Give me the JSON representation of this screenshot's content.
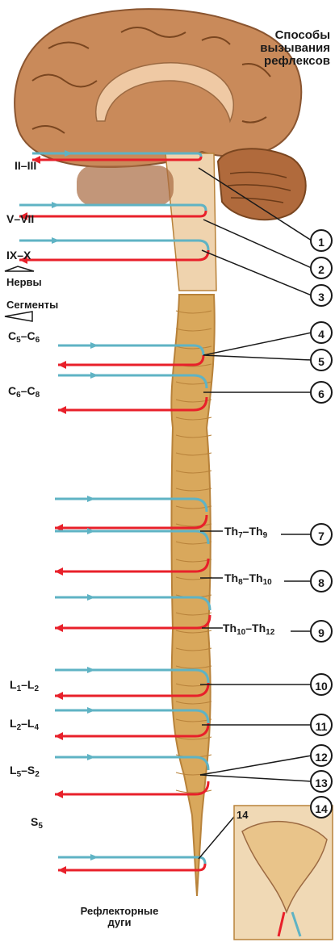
{
  "title_lines": [
    "Способы",
    "вызывания",
    "рефлексов"
  ],
  "cranial_nerves": [
    "II–III",
    "V–VII",
    "IX–X"
  ],
  "legend": {
    "nerves": "Нервы",
    "segments": "Сегменты"
  },
  "left_segments": [
    {
      "main": "C",
      "sub": "5",
      "sep": "–",
      "main2": "C",
      "sub2": "6"
    },
    {
      "main": "C",
      "sub": "6",
      "sep": "–",
      "main2": "C",
      "sub2": "8"
    },
    {
      "main": "L",
      "sub": "1",
      "sep": "–",
      "main2": "L",
      "sub2": "2"
    },
    {
      "main": "L",
      "sub": "2",
      "sep": "–",
      "main2": "L",
      "sub2": "4"
    },
    {
      "main": "L",
      "sub": "5",
      "sep": "–",
      "main2": "S",
      "sub2": "2"
    },
    {
      "main": "S",
      "sub": "5",
      "sep": "",
      "main2": "",
      "sub2": ""
    }
  ],
  "right_segments": [
    {
      "main": "Th",
      "sub": "7",
      "sep": "–",
      "main2": "Th",
      "sub2": "9"
    },
    {
      "main": "Th",
      "sub": "8",
      "sep": "–",
      "main2": "Th",
      "sub2": "10"
    },
    {
      "main": "Th",
      "sub": "10",
      "sep": "–",
      "main2": "Th",
      "sub2": "12"
    }
  ],
  "numbers": [
    "1",
    "2",
    "3",
    "4",
    "5",
    "6",
    "7",
    "8",
    "9",
    "10",
    "11",
    "12",
    "13",
    "14"
  ],
  "inset_label": "14",
  "footer_lines": [
    "Рефлекторные",
    "дуги"
  ],
  "colors": {
    "afferent": "#5fb3c4",
    "efferent": "#e8202a",
    "cord": "#d9a85c",
    "cord_dark": "#b8823a",
    "brain": "#c98a5a",
    "brain_light": "#efc9a4",
    "cerebellum": "#b06a3c",
    "dark": "#1a1a1a"
  }
}
